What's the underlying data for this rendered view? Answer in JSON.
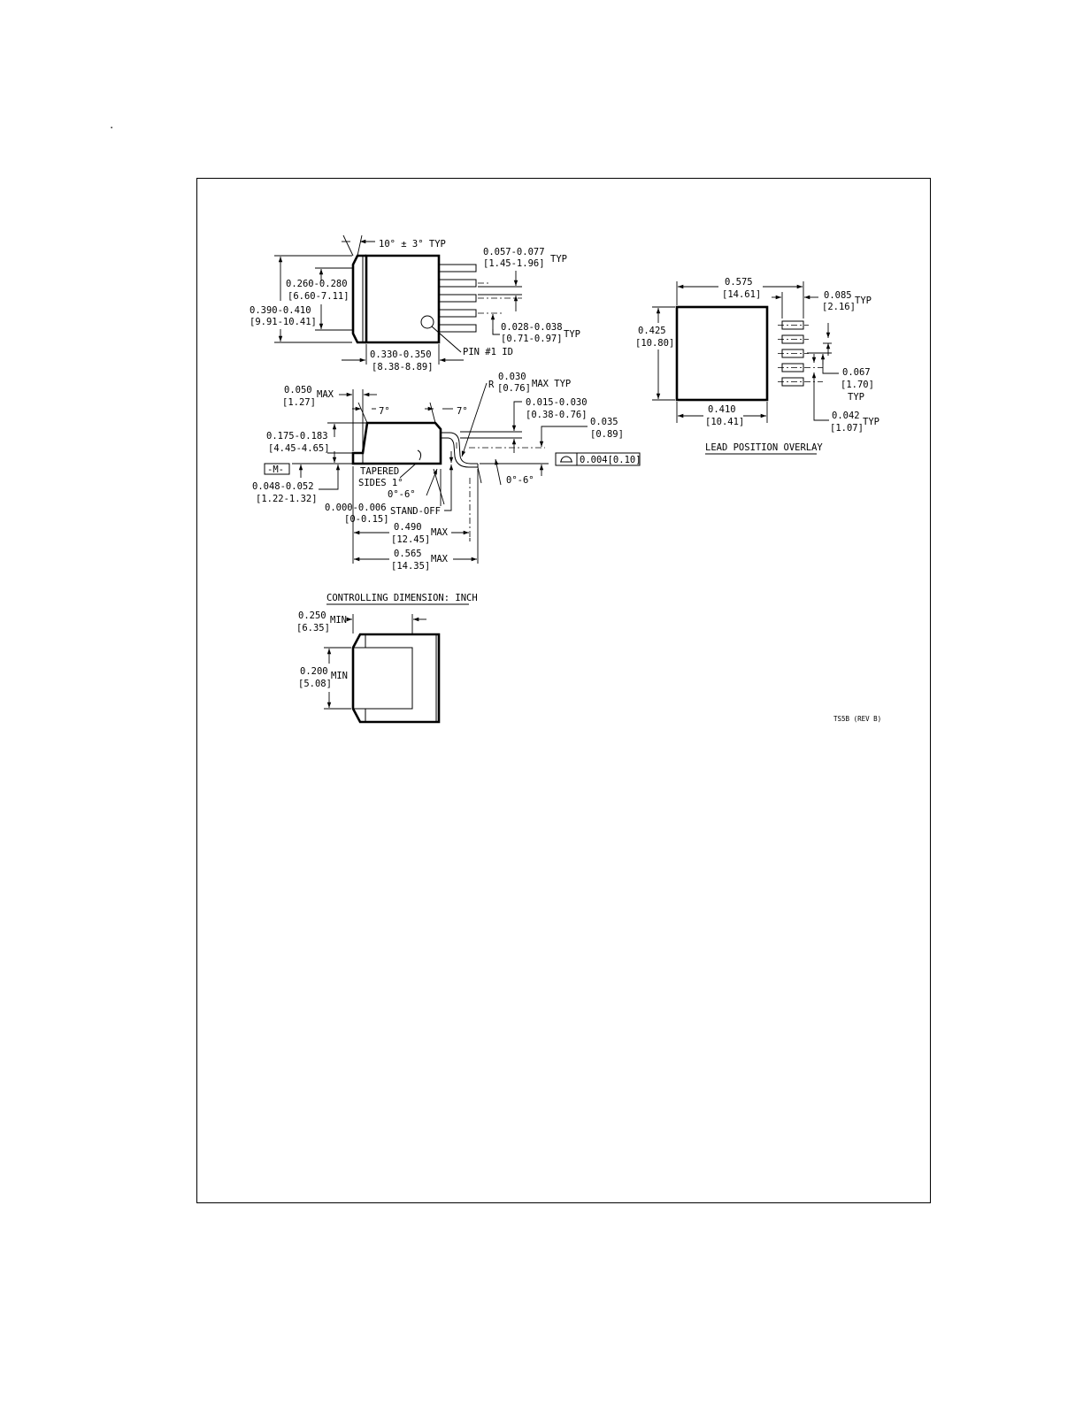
{
  "corner_mark": ".",
  "top_view": {
    "angle_label": "10° ± 3° TYP",
    "lead_width": {
      "inch": "0.057-0.077",
      "mm": "[1.45-1.96]",
      "note": "TYP"
    },
    "lead_pitch": {
      "inch": "0.028-0.038",
      "mm": "[0.71-0.97]",
      "note": "TYP"
    },
    "body_height": {
      "inch": "0.390-0.410",
      "mm": "[9.91-10.41]"
    },
    "tab_height": {
      "inch": "0.260-0.280",
      "mm": "[6.60-7.11]"
    },
    "body_length": {
      "inch": "0.330-0.350",
      "mm": "[8.38-8.89]"
    },
    "pin_id_label": "PIN #1 ID"
  },
  "side_view": {
    "radius_prefix": "R",
    "radius": {
      "inch": "0.030",
      "mm": "[0.76]",
      "note": "MAX TYP"
    },
    "tab_offset": {
      "inch": "0.050",
      "mm": "[1.27]",
      "note": "MAX"
    },
    "angle_left": "7°",
    "angle_right": "7°",
    "lead_thickness": {
      "inch": "0.015-0.030",
      "mm": "[0.38-0.76]"
    },
    "foot_length": {
      "inch": "0.035",
      "mm": "[0.89]"
    },
    "body_thickness": {
      "inch": "0.175-0.183",
      "mm": "[4.45-4.65]"
    },
    "datum_label": "-M-",
    "flatness_value": "0.004[0.10]",
    "tapered_line1": "TAPERED",
    "tapered_line2": "SIDES 1°",
    "tab_thickness": {
      "inch": "0.048-0.052",
      "mm": "[1.22-1.32]"
    },
    "body_angle": "0°-6°",
    "foot_angle": "0°-6°",
    "standoff": {
      "inch": "0.000-0.006",
      "mm": "[0-0.15]",
      "label": "STAND-OFF"
    },
    "lead_span": {
      "inch": "0.490",
      "mm": "[12.45]",
      "note": "MAX"
    },
    "overall_length": {
      "inch": "0.565",
      "mm": "[14.35]",
      "note": "MAX"
    }
  },
  "lead_overlay": {
    "width": {
      "inch": "0.575",
      "mm": "[14.61]"
    },
    "lead_length": {
      "inch": "0.085",
      "mm": "[2.16]",
      "note": "TYP"
    },
    "height": {
      "inch": "0.425",
      "mm": "[10.80]"
    },
    "lead_pitch": {
      "inch": "0.067",
      "mm": "[1.70]",
      "note": "TYP"
    },
    "pad_width": {
      "inch": "0.410",
      "mm": "[10.41]"
    },
    "lead_width": {
      "inch": "0.042",
      "mm": "[1.07]",
      "note": "TYP"
    },
    "title": "LEAD POSITION OVERLAY"
  },
  "bottom_view": {
    "controlling_dimension": "CONTROLLING DIMENSION: INCH",
    "tab_length": {
      "inch": "0.250",
      "mm": "[6.35]",
      "note": "MIN"
    },
    "tab_width": {
      "inch": "0.200",
      "mm": "[5.08]",
      "note": "MIN"
    }
  },
  "drawing_id": "TS5B (REV B)"
}
